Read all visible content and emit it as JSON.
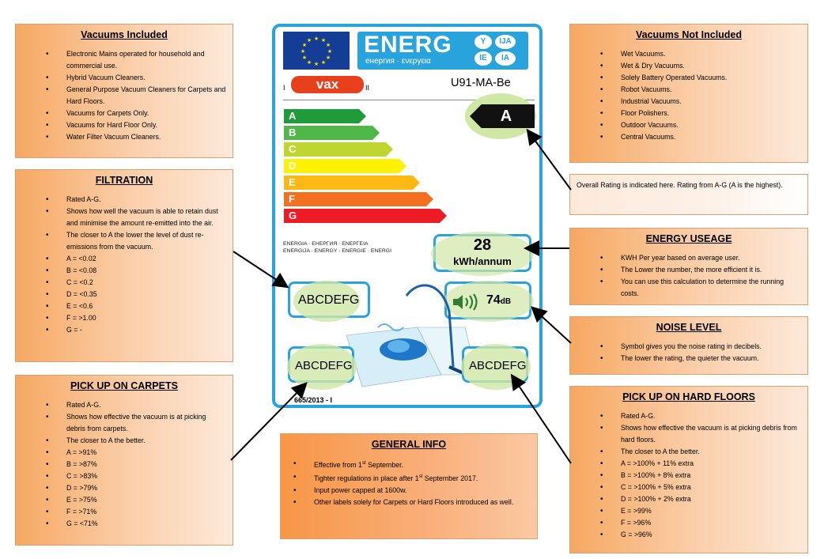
{
  "included": {
    "title": "Vacuums Included",
    "items": [
      "Electronic Mains operated for household and commercial use.",
      "Hybrid Vacuum Cleaners.",
      "General Purpose Vacuum Cleaners for Carpets and Hard Floors.",
      "Vacuums for Carpets Only.",
      "Vacuums for Hard Floor Only.",
      "Water Filter Vacuum Cleaners."
    ]
  },
  "not_included": {
    "title": "Vacuums Not Included",
    "items": [
      "Wet Vacuums.",
      "Wet & Dry Vacuums.",
      "Solely Battery Operated Vacuums.",
      "Robot Vacuums.",
      "Industrial Vacuums.",
      "Floor Polishers.",
      "Outdoor Vacuums.",
      "Central Vacuums."
    ]
  },
  "overall": {
    "text": "Overall Rating is indicated here. Rating from A-G (A is the highest)."
  },
  "filtration": {
    "title": "FILTRATION",
    "items": [
      "Rated A-G.",
      "Shows how well the vacuum is able to retain dust and minimise the amount re-emitted into the air.",
      "The closer to A the lower the level of dust re-emissions from the vacuum.",
      "A = <0.02",
      "B = <0.08",
      "C = <0.2",
      "D = <0.35",
      "E = <0.6",
      "F = >1.00",
      "G = -"
    ]
  },
  "energy_usage": {
    "title": "ENERGY USEAGE",
    "items": [
      "KWH Per year based on average user.",
      "The Lower the number, the more efficient it is.",
      "You can use this calculation to determine the running costs."
    ]
  },
  "noise": {
    "title": "NOISE LEVEL",
    "items": [
      "Symbol gives you the noise rating in decibels.",
      "The lower the rating, the quieter the vacuum."
    ]
  },
  "carpets": {
    "title": "PICK UP ON CARPETS",
    "items": [
      "Rated A-G.",
      "Shows how effective the vacuum is at picking debris from carpets.",
      "The closer to A the better.",
      "A = >91%",
      "B = >87%",
      "C = >83%",
      "D = >79%",
      "E = >75%",
      "F = >71%",
      "G = <71%"
    ]
  },
  "hard_floors": {
    "title": "PICK UP ON HARD FLOORS",
    "items": [
      "Rated A-G.",
      "Shows how effective the vacuum is at picking debris from hard floors.",
      "The closer to A the better.",
      "A = >100% + 11% extra",
      "B = >100% + 8% extra",
      "C = >100% + 5% extra",
      "D = >100% + 2% extra",
      "E = >99%",
      "F = >96%",
      "G = >96%"
    ]
  },
  "general": {
    "title": "GENERAL INFO",
    "items": [
      {
        "pre": "Effective from 1",
        "sup": "st",
        "post": " September."
      },
      {
        "pre": "Tighter regulations in place after 1",
        "sup": "st",
        "post": " September 2017."
      },
      {
        "pre": "Input power capped at 1600w.",
        "sup": "",
        "post": ""
      },
      {
        "pre": "Other labels solely for Carpets or Hard Floors introduced as well.",
        "sup": "",
        "post": ""
      }
    ]
  },
  "label": {
    "energ": "ENERG",
    "energ_sub": "енергия · ενεργεια",
    "codes": [
      "Y",
      "IJA",
      "IE",
      "IA"
    ],
    "brand": "vax",
    "roman1": "I",
    "roman2": "II",
    "model": "U91-MA-Be",
    "classes": [
      "A",
      "B",
      "C",
      "D",
      "E",
      "F",
      "G"
    ],
    "class_colors": [
      "#1f9b3a",
      "#50b848",
      "#bfd630",
      "#fff200",
      "#fdb913",
      "#f37021",
      "#ed1c24"
    ],
    "rating": "A",
    "languages": [
      "ENERGIA · ЕНЕРГИЯ · ΕΝΕΡΓΕΙΑ",
      "ENERGIJA · ENERGY · ENERGIE · ENERGI"
    ],
    "kwh_value": "28",
    "kwh_unit": "kWh/annum",
    "noise_value": "74",
    "noise_unit": "dB",
    "filtration_scale": "ABCDEFG",
    "carpet_scale": "ABCDEFG",
    "hard_floor_scale": "ABCDEFG",
    "regulation": "665/2013 - I"
  }
}
